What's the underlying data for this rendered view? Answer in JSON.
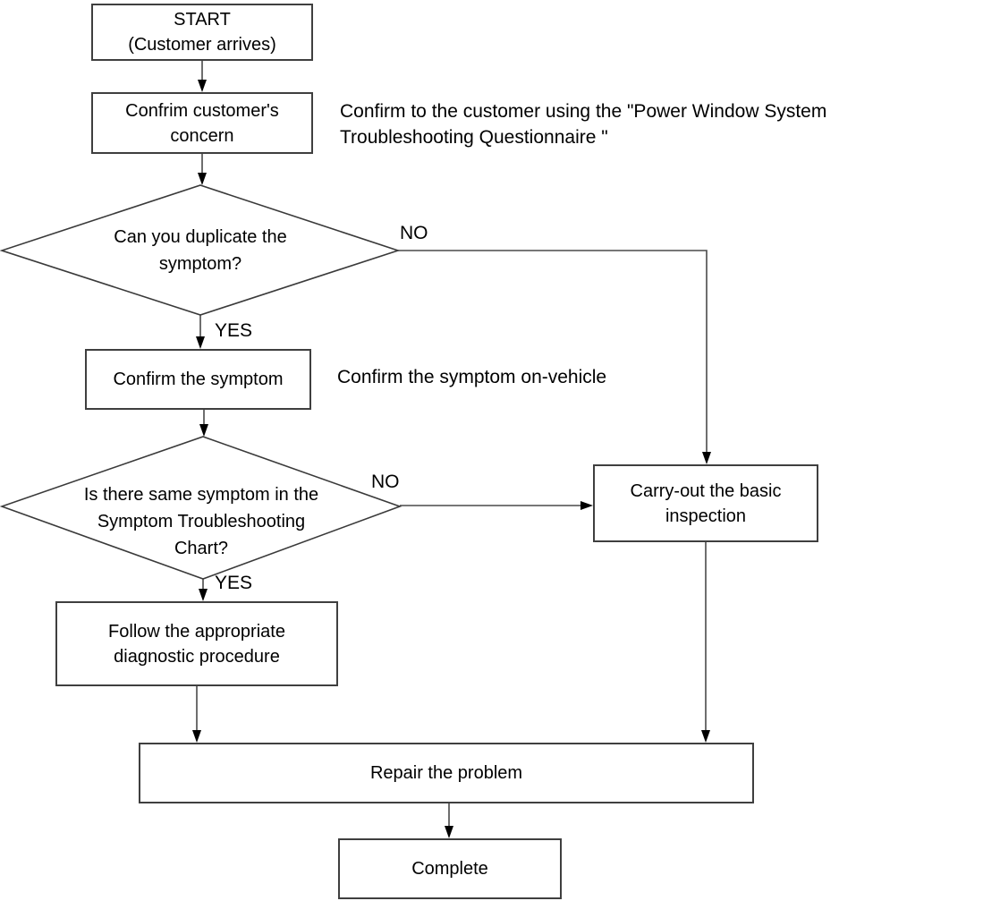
{
  "diagram_title": "Power Window System troubleshooting flowchart",
  "colors": {
    "background": "#ffffff",
    "line": "#3f3f3f",
    "arrowhead": "#000000",
    "text": "#000000"
  },
  "nodes": {
    "start": {
      "label": "START\n(Customer arrives)"
    },
    "confirm_concern": {
      "label": "Confrim customer's\nconcern"
    },
    "duplicate_symptom": {
      "label": "Can you duplicate the\nsymptom?"
    },
    "confirm_symptom": {
      "label": "Confirm the symptom"
    },
    "same_symptom": {
      "label": "Is there same symptom in the\nSymptom Troubleshooting\nChart?"
    },
    "carry_out": {
      "label": "Carry-out the basic\ninspection"
    },
    "follow_procedure": {
      "label": "Follow the appropriate\ndiagnostic procedure"
    },
    "repair": {
      "label": "Repair the problem"
    },
    "complete": {
      "label": "Complete"
    }
  },
  "edge_labels": {
    "duplicate_no": "NO",
    "duplicate_yes": "YES",
    "same_no": "NO",
    "same_yes": "YES"
  },
  "annotations": {
    "questionnaire": "Confirm to the customer using the \"Power Window System\nTroubleshooting Questionnaire \"",
    "on_vehicle": "Confirm the symptom on-vehicle"
  }
}
